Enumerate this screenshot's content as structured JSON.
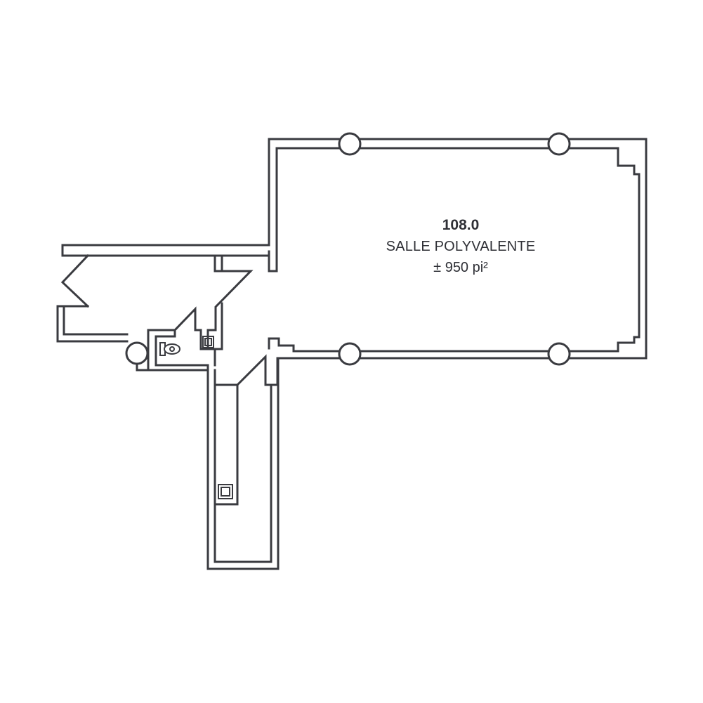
{
  "room": {
    "number": "108.0",
    "name": "SALLE POLYVALENTE",
    "area": "± 950 pi²"
  },
  "colors": {
    "wall": "#3a3b40",
    "background": "#ffffff",
    "text": "#2f3036"
  },
  "icons": {
    "column": "circle-column-icon",
    "toilet": "toilet-icon",
    "sink": "sink-icon",
    "door": "door-swing-icon"
  }
}
